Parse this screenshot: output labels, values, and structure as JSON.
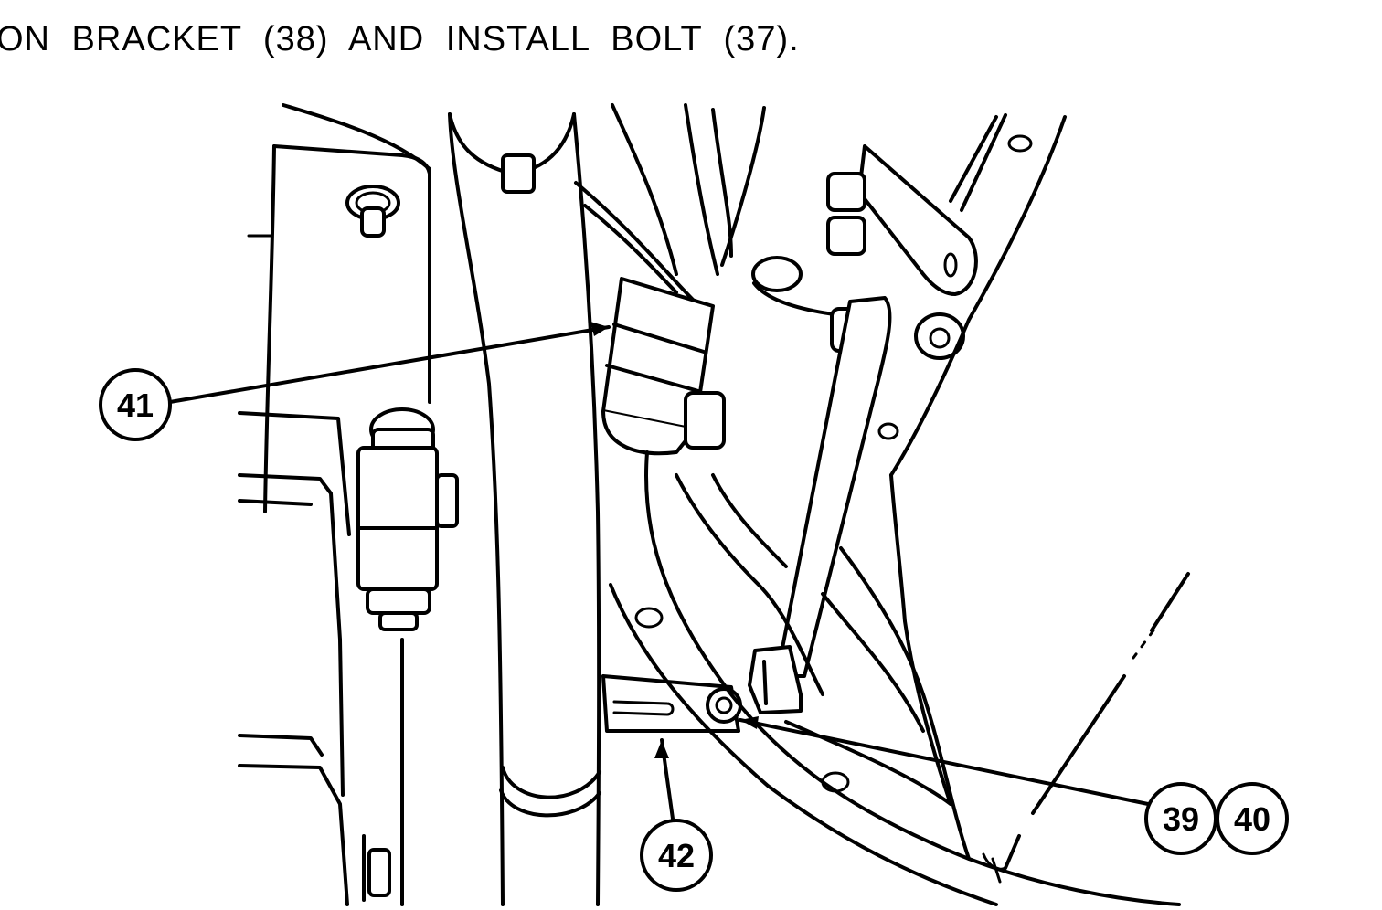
{
  "instruction": "ON  BRACKET  (38)  AND  INSTALL  BOLT  (37).",
  "callouts": {
    "c41": "41",
    "c42": "42",
    "c39": "39",
    "c40": "40"
  },
  "colors": {
    "ink": "#000000",
    "paper": "#ffffff"
  }
}
